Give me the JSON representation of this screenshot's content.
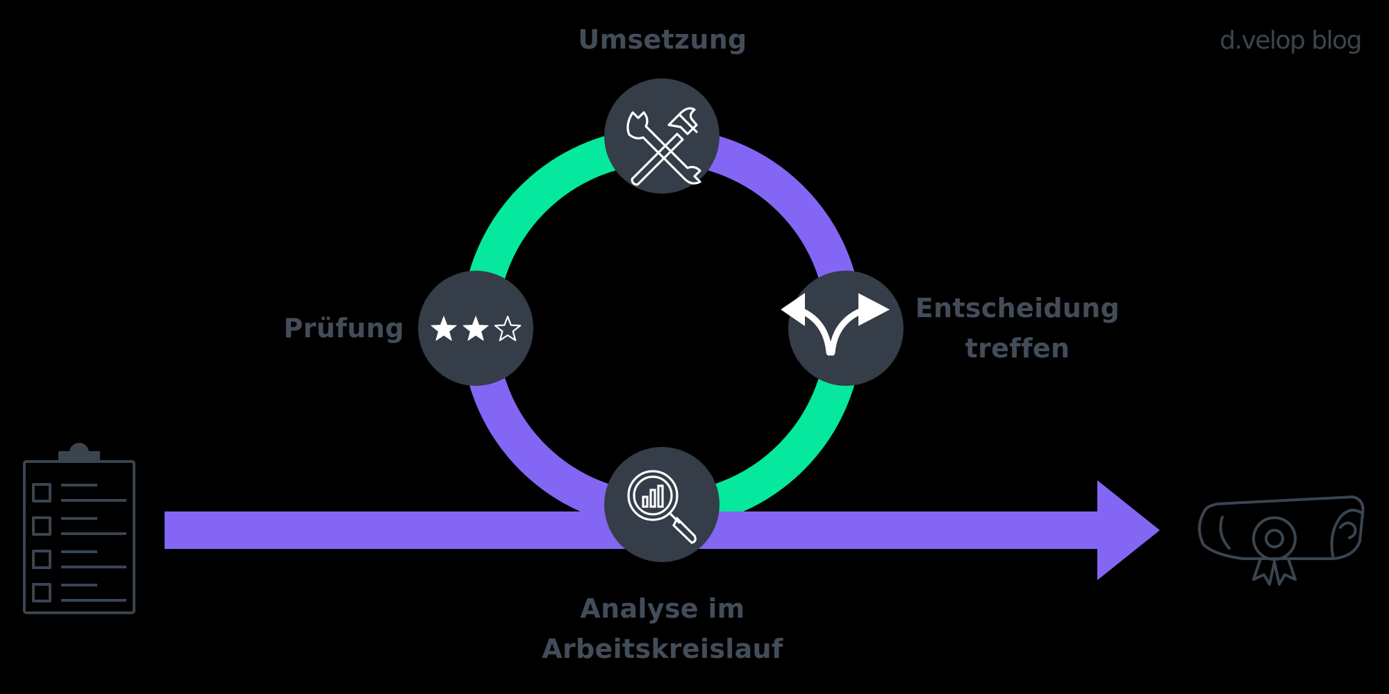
{
  "brand": "d.velop blog",
  "steps": [
    {
      "id": "umsetzung",
      "label_lines": [
        "Umsetzung"
      ],
      "icon": "tools-icon"
    },
    {
      "id": "entscheidung",
      "label_lines": [
        "Entscheidung",
        "treffen"
      ],
      "icon": "fork-arrows-icon"
    },
    {
      "id": "analyse",
      "label_lines": [
        "Analyse im",
        "Arbeitskreislauf"
      ],
      "icon": "magnifier-chart-icon"
    },
    {
      "id": "pruefung",
      "label_lines": [
        "Prüfung"
      ],
      "icon": "two-of-three-stars-icon"
    }
  ],
  "rating": {
    "filled": 2,
    "total": 3
  },
  "endpoints": {
    "start_icon": "checklist-clipboard-icon",
    "end_icon": "certificate-scroll-icon"
  },
  "colors": {
    "background": "#000000",
    "purple": "#8466f4",
    "green": "#06e89d",
    "node": "#343d48",
    "outline": "#3b4550",
    "label": "#434d59"
  }
}
